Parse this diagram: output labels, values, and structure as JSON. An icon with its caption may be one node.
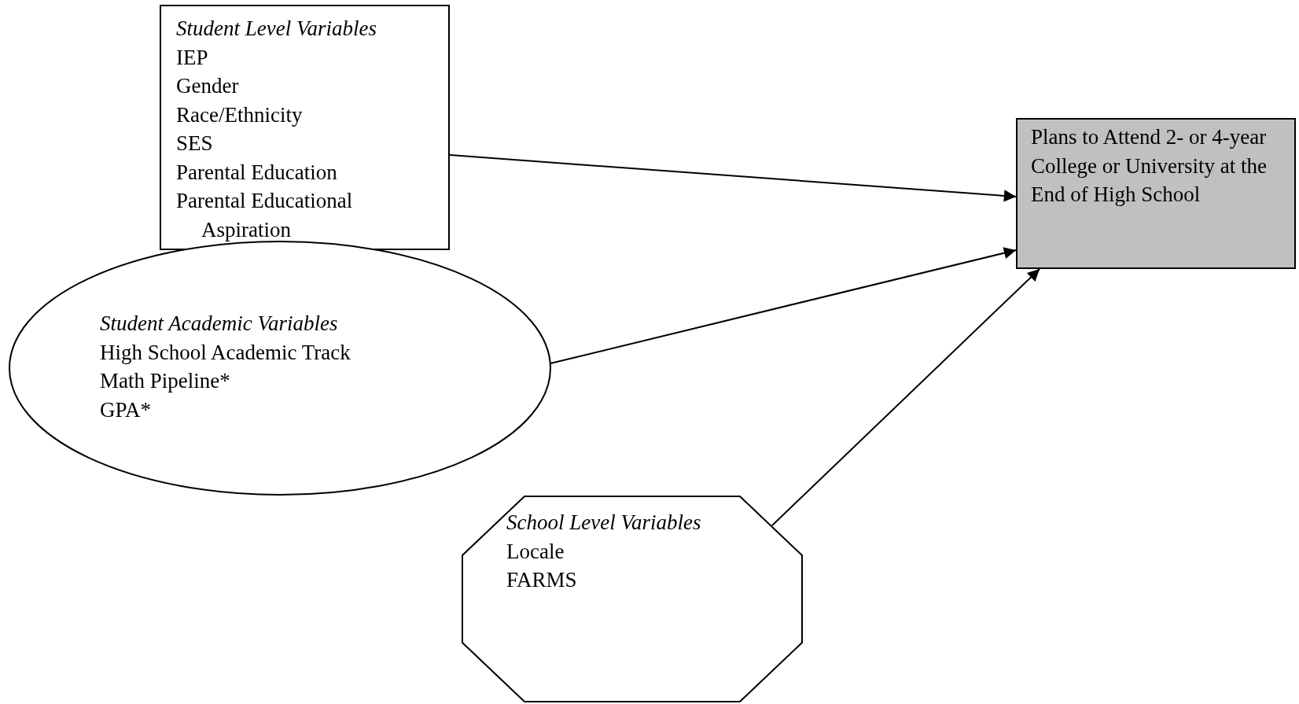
{
  "diagram": {
    "nodes": [
      {
        "text": [
          "Student Level Variables",
          "IEP",
          "Gender",
          "Race/Ethnicity",
          "SES",
          "Parental Education",
          "Parental Educational Aspiration"
        ]
      },
      {
        "text": [
          "Student Academic Variables",
          "High School Academic Track",
          "Math Pipeline*",
          "GPA*"
        ]
      },
      {
        "text": [
          "School Level Variables",
          "Locale",
          "FARMS"
        ]
      },
      {
        "text": [
          "Plans to Attend 2- or 4-year College or University at the End of High School"
        ]
      }
    ],
    "edges": [
      {
        "from": 0,
        "to": 3,
        "arrow": "to"
      },
      {
        "from": 1,
        "to": 3,
        "arrow": "to"
      },
      {
        "from": 2,
        "to": 3,
        "arrow": "to"
      }
    ]
  }
}
